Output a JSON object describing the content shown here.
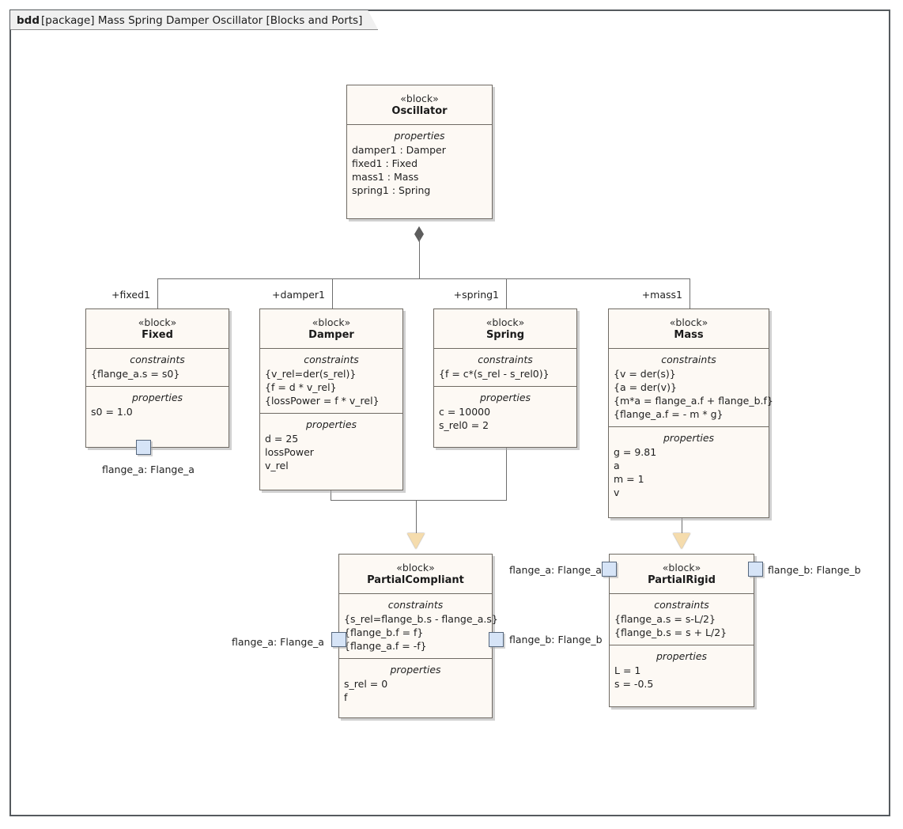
{
  "frame": {
    "kind": "bdd",
    "title": "[package] Mass Spring Damper Oscillator [Blocks and Ports]"
  },
  "blocks": [
    {
      "id": "oscillator",
      "stereotype": "«block»",
      "name": "Oscillator",
      "compartments": [
        {
          "title": "properties",
          "lines": [
            "damper1 : Damper",
            "fixed1 : Fixed",
            "mass1 : Mass",
            "spring1 : Spring"
          ]
        }
      ]
    },
    {
      "id": "fixed",
      "stereotype": "«block»",
      "name": "Fixed",
      "compartments": [
        {
          "title": "constraints",
          "lines": [
            "{flange_a.s = s0}"
          ]
        },
        {
          "title": "properties",
          "lines": [
            "s0 = 1.0"
          ]
        }
      ]
    },
    {
      "id": "damper",
      "stereotype": "«block»",
      "name": "Damper",
      "compartments": [
        {
          "title": "constraints",
          "lines": [
            "{v_rel=der(s_rel)}",
            "{f = d * v_rel}",
            "{lossPower = f * v_rel}"
          ]
        },
        {
          "title": "properties",
          "lines": [
            "d = 25",
            "lossPower",
            "v_rel"
          ]
        }
      ]
    },
    {
      "id": "spring",
      "stereotype": "«block»",
      "name": "Spring",
      "compartments": [
        {
          "title": "constraints",
          "lines": [
            "{f = c*(s_rel - s_rel0)}"
          ]
        },
        {
          "title": "properties",
          "lines": [
            "c = 10000",
            "s_rel0 = 2"
          ]
        }
      ]
    },
    {
      "id": "mass",
      "stereotype": "«block»",
      "name": "Mass",
      "compartments": [
        {
          "title": "constraints",
          "lines": [
            "{v = der(s)}",
            "{a = der(v)}",
            "{m*a = flange_a.f + flange_b.f}",
            "{flange_a.f = - m * g}"
          ]
        },
        {
          "title": "properties",
          "lines": [
            "g = 9.81",
            "a",
            "m = 1",
            "v"
          ]
        }
      ]
    },
    {
      "id": "partialcompliant",
      "stereotype": "«block»",
      "name": "PartialCompliant",
      "compartments": [
        {
          "title": "constraints",
          "lines": [
            "{s_rel=flange_b.s - flange_a.s}",
            "{flange_b.f = f}",
            "{flange_a.f = -f}"
          ]
        },
        {
          "title": "properties",
          "lines": [
            "s_rel = 0",
            "f"
          ]
        }
      ]
    },
    {
      "id": "partialrigid",
      "stereotype": "«block»",
      "name": "PartialRigid",
      "compartments": [
        {
          "title": "constraints",
          "lines": [
            "{flange_a.s = s-L/2}",
            "{flange_b.s = s + L/2}"
          ]
        },
        {
          "title": "properties",
          "lines": [
            "L = 1",
            "s = -0.5"
          ]
        }
      ]
    }
  ],
  "edge_labels": {
    "fixed": "+fixed1",
    "damper": "+damper1",
    "spring": "+spring1",
    "mass": "+mass1"
  },
  "ports": [
    {
      "id": "fixed-flange-a",
      "label": "flange_a: Flange_a"
    },
    {
      "id": "pc-flange-a",
      "label": "flange_a: Flange_a"
    },
    {
      "id": "pc-flange-b",
      "label": "flange_b: Flange_b"
    },
    {
      "id": "pr-flange-a",
      "label": "flange_a: Flange_a"
    },
    {
      "id": "pr-flange-b",
      "label": "flange_b: Flange_b"
    }
  ],
  "colors": {
    "block_fill": "#fdf9f4",
    "block_border": "#6f6a63",
    "connector": "#6e6e6e",
    "port_fill": "#d6e4f7",
    "arrow_fill": "#f5dcad",
    "frame_border": "#555a5e"
  }
}
